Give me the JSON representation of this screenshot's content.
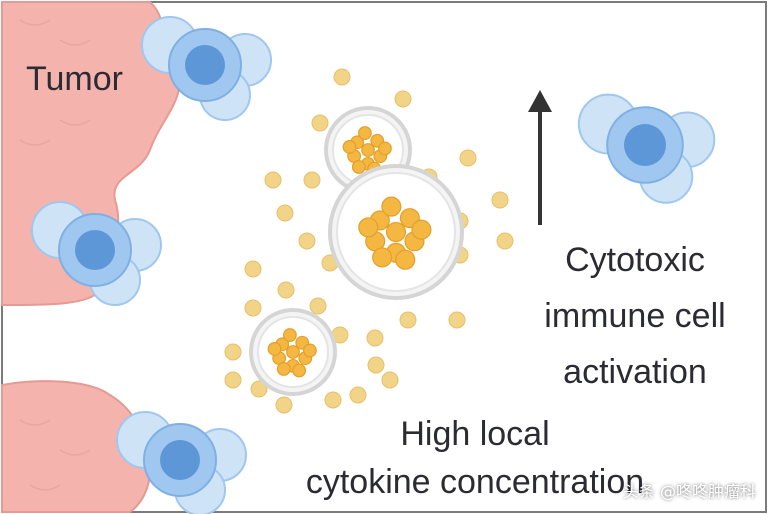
{
  "labels": {
    "tumor": "Tumor",
    "activation_lines": [
      "Cytotoxic",
      "immune cell",
      "activation"
    ],
    "cytokine_lines": [
      "High local",
      "cytokine concentration"
    ]
  },
  "watermark": "头条 @咚咚肿瘤科",
  "colors": {
    "tumor_fill": "#f4b3ad",
    "tumor_edge": "#e69a94",
    "immune_outer": "#cfe3f7",
    "immune_mid": "#9fc7ef",
    "immune_nucleus": "#5e97d8",
    "cytokine": "#f2d488",
    "cluster_cell": "#f4b842",
    "frame": "#7b7b7b",
    "arrow": "#333333"
  },
  "icons": [
    "tumor-mass",
    "immune-cell",
    "cytokine-dot",
    "vesicle-cell-cluster",
    "up-arrow"
  ]
}
